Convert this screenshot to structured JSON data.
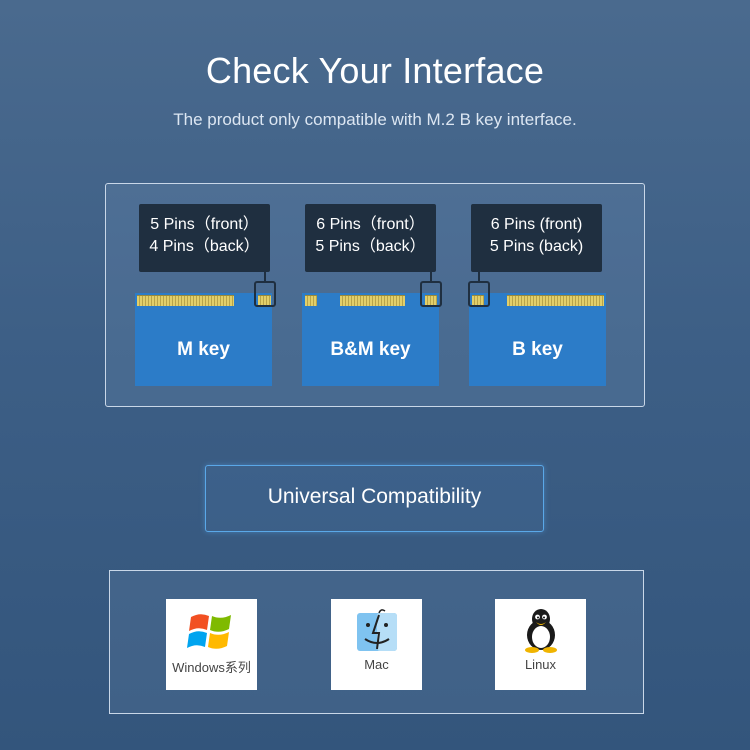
{
  "header": {
    "title": "Check Your Interface",
    "subtitle": "The product only compatible with M.2 B key interface."
  },
  "keys": [
    {
      "name": "M key",
      "front": "5 Pins（front）",
      "back": "4 Pins（back）"
    },
    {
      "name": "B&M key",
      "front": "6 Pins（front）",
      "back": "5 Pins（back）"
    },
    {
      "name": "B key",
      "front": "6 Pins (front)",
      "back": "5 Pins (back)"
    }
  ],
  "compat": {
    "label": "Universal Compatibility"
  },
  "os": [
    {
      "name": "Windows系列",
      "icon": "windows-icon"
    },
    {
      "name": "Mac",
      "icon": "mac-finder-icon"
    },
    {
      "name": "Linux",
      "icon": "linux-tux-icon"
    }
  ],
  "colors": {
    "card_blue": "#2c7cc8",
    "callout_dark": "#1f2f40",
    "pin_gold": "#e2cf6a",
    "accent_border": "#5aa8e8"
  }
}
